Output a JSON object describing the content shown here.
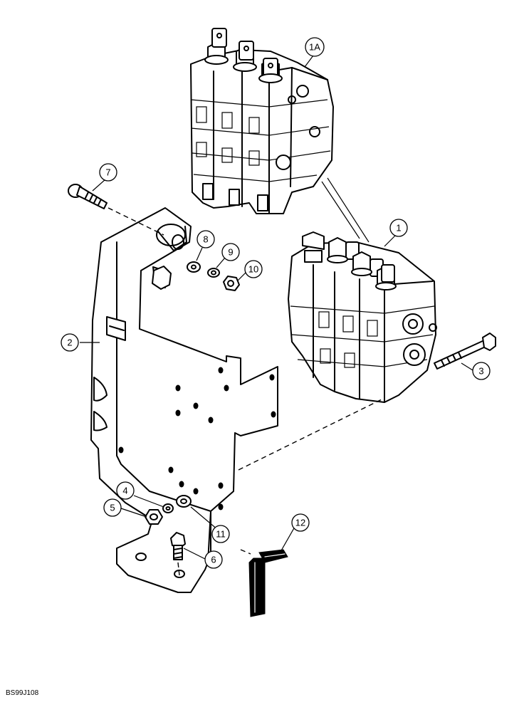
{
  "figure_code": "BS99J108",
  "callouts": {
    "c1": "1",
    "c1a": "1A",
    "c2": "2",
    "c3": "3",
    "c4": "4",
    "c5": "5",
    "c6": "6",
    "c7": "7",
    "c8": "8",
    "c9": "9",
    "c10": "10",
    "c11": "11",
    "c12": "12"
  }
}
